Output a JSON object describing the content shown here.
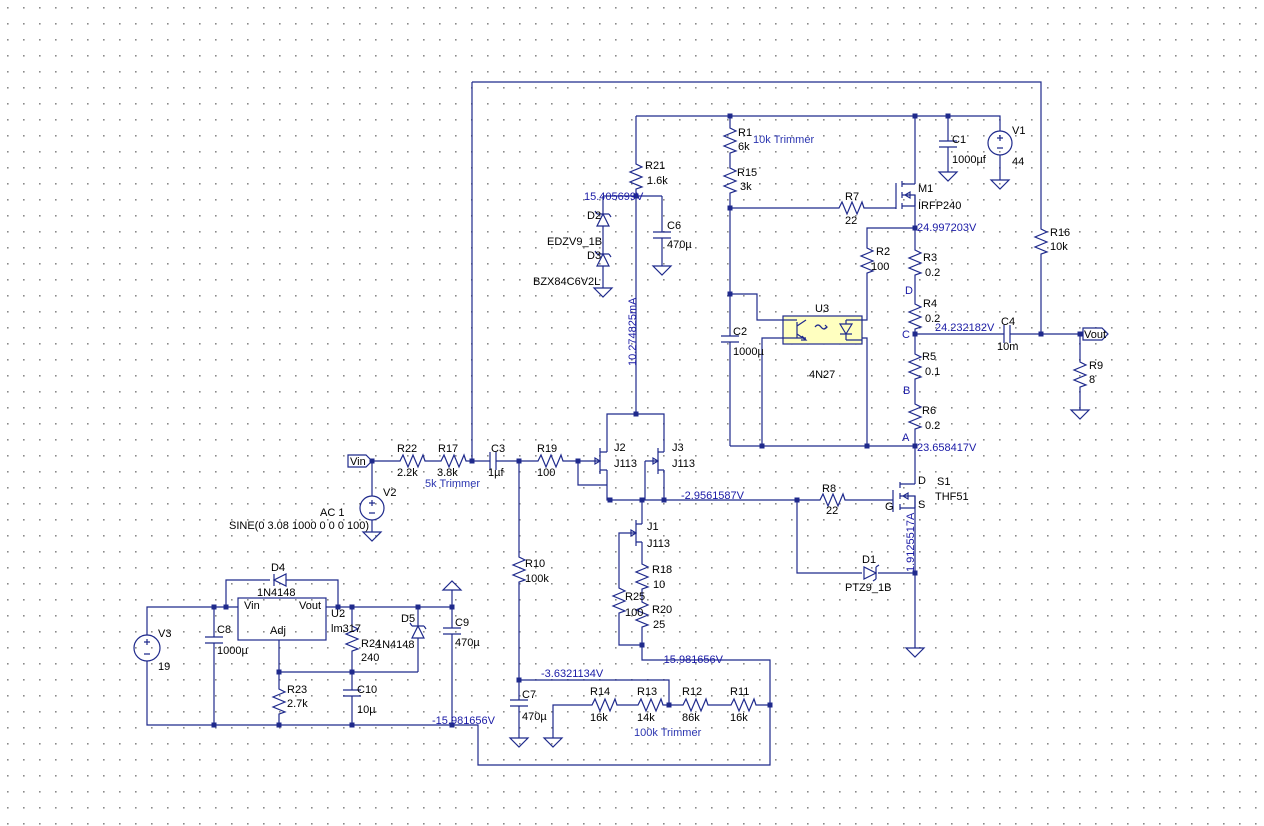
{
  "probes": {
    "node_r21": "15.405699V",
    "current_r21": "10.274825mA",
    "node_m1_source": "24.997203V",
    "node_c": "24.232182V",
    "node_a": "23.658417V",
    "node_gate_bus": "-2.9561587V",
    "current_s1": "1.9125517A",
    "node_r10": "-3.6321134V",
    "node_neg_right": "-15.981656V",
    "node_neg_left": "-15.981656V"
  },
  "nodes": {
    "a": "A",
    "b": "B",
    "c": "C",
    "d": "D"
  },
  "flags": {
    "vin": "Vin",
    "vout": "Vout"
  },
  "notes": {
    "r1_trimmer": "10k Trimmer",
    "r17_trimmer": "5k Trimmer",
    "r12_trimmer": "100k Trimmer"
  },
  "parts": {
    "R1": {
      "ref": "R1",
      "value": "6k"
    },
    "R2": {
      "ref": "R2",
      "value": "100"
    },
    "R3": {
      "ref": "R3",
      "value": "0.2"
    },
    "R4": {
      "ref": "R4",
      "value": "0.2"
    },
    "R5": {
      "ref": "R5",
      "value": "0.1"
    },
    "R6": {
      "ref": "R6",
      "value": "0.2"
    },
    "R7": {
      "ref": "R7",
      "value": "22"
    },
    "R8": {
      "ref": "R8",
      "value": "22"
    },
    "R9": {
      "ref": "R9",
      "value": "8"
    },
    "R10": {
      "ref": "R10",
      "value": "100k"
    },
    "R11": {
      "ref": "R11",
      "value": "16k"
    },
    "R12": {
      "ref": "R12",
      "value": "86k"
    },
    "R13": {
      "ref": "R13",
      "value": "14k"
    },
    "R14": {
      "ref": "R14",
      "value": "16k"
    },
    "R15": {
      "ref": "R15",
      "value": "3k"
    },
    "R16": {
      "ref": "R16",
      "value": "10k"
    },
    "R17": {
      "ref": "R17",
      "value": "3.8k"
    },
    "R18": {
      "ref": "R18",
      "value": "10"
    },
    "R19": {
      "ref": "R19",
      "value": "100"
    },
    "R20": {
      "ref": "R20",
      "value": "25"
    },
    "R21": {
      "ref": "R21",
      "value": "1.6k"
    },
    "R22": {
      "ref": "R22",
      "value": "2.2k"
    },
    "R23": {
      "ref": "R23",
      "value": "2.7k"
    },
    "R24": {
      "ref": "R24",
      "value": "240"
    },
    "R25": {
      "ref": "R25",
      "value": "100"
    },
    "C1": {
      "ref": "C1",
      "value": "1000µf"
    },
    "C2": {
      "ref": "C2",
      "value": "1000µ"
    },
    "C3": {
      "ref": "C3",
      "value": "1µf"
    },
    "C4": {
      "ref": "C4",
      "value": "10m"
    },
    "C6": {
      "ref": "C6",
      "value": "470µ"
    },
    "C7": {
      "ref": "C7",
      "value": "470µ"
    },
    "C8": {
      "ref": "C8",
      "value": "1000µ"
    },
    "C9": {
      "ref": "C9",
      "value": "470µ"
    },
    "C10": {
      "ref": "C10",
      "value": "10µ"
    },
    "D1": {
      "ref": "D1",
      "value": "PTZ9_1B"
    },
    "D2": {
      "ref": "D2",
      "value": "EDZV9_1B"
    },
    "D3": {
      "ref": "D3",
      "value": "BZX84C6V2L"
    },
    "D4": {
      "ref": "D4",
      "value": "1N4148"
    },
    "D5": {
      "ref": "D5",
      "value": "1N4148"
    },
    "J1": {
      "ref": "J1",
      "value": "J113"
    },
    "J2": {
      "ref": "J2",
      "value": "J113"
    },
    "J3": {
      "ref": "J3",
      "value": "J113"
    },
    "M1": {
      "ref": "M1",
      "value": "IRFP240"
    },
    "S1": {
      "ref": "S1",
      "value": "THF51",
      "pins": {
        "d": "D",
        "g": "G",
        "s": "S"
      }
    },
    "U2": {
      "ref": "U2",
      "value": "lm317",
      "pins": {
        "in": "Vin",
        "out": "Vout",
        "adj": "Adj"
      }
    },
    "U3": {
      "ref": "U3",
      "value": "4N27"
    },
    "V1": {
      "ref": "V1",
      "value": "44"
    },
    "V2": {
      "ref": "V2",
      "ac": "AC 1",
      "value": "SINE(0 3.08 1000 0 0 0 100)"
    },
    "V3": {
      "ref": "V3",
      "value": "19"
    }
  },
  "colors": {
    "wire": "#1f2a8c",
    "probe_text": "#1a1aa6",
    "optocoupler_fill": "#ffffc0",
    "grid_dot": "#8a8a8a"
  }
}
